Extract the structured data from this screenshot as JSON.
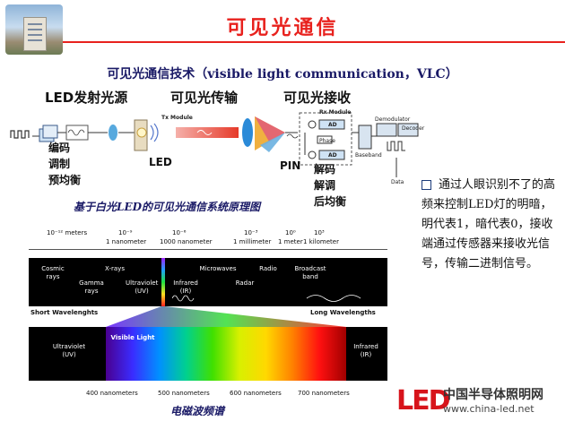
{
  "title": "可见光通信",
  "subtitle": "可见光通信技术（visible light communication，VLC）",
  "diagram": {
    "stages": [
      "LED发射光源",
      "可见光传输",
      "可见光接收"
    ],
    "tx_steps": [
      "编码",
      "调制",
      "预均衡"
    ],
    "rx_steps": [
      "解码",
      "解调",
      "后均衡"
    ],
    "labels": {
      "tx_module": "Tx Module",
      "led": "LED",
      "pin": "PIN",
      "rx_module": "Rx Module",
      "ad1": "AD",
      "ad2": "AD",
      "phase": "Phase",
      "baseband": "Baseband",
      "demodulator": "Demodulator",
      "decoder": "Decoder",
      "data": "Data"
    },
    "caption": "基于白光LED的可见光通信系统原理图"
  },
  "spectrum": {
    "scale": [
      {
        "exp": "10⁻¹² meters",
        "name": ""
      },
      {
        "exp": "10⁻⁹",
        "name": "1 nanometer"
      },
      {
        "exp": "10⁻⁶",
        "name": "1000 nanometer"
      },
      {
        "exp": "10⁻³",
        "name": "1 millimeter"
      },
      {
        "exp": "10⁰",
        "name": "1 meter"
      },
      {
        "exp": "10³",
        "name": "1 kilometer"
      }
    ],
    "bands": [
      "Cosmic rays",
      "X-rays",
      "Gamma rays",
      "Ultraviolet (UV)",
      "Infrared (IR)",
      "Microwaves",
      "Radar",
      "Radio",
      "Broadcast band"
    ],
    "short_label": "Short Wavelenghts",
    "long_label": "Long Wavelengths",
    "visible_label": "Visible Light",
    "uv_label": "Ultraviolet (UV)",
    "ir_label": "Infrared (IR)",
    "nm_ticks": [
      "400 nanometers",
      "500 nanometers",
      "600 nanometers",
      "700 nanometers"
    ],
    "caption": "电磁波频谱"
  },
  "description": "通过人眼识别不了的高频来控制LED灯的明暗，明代表1，暗代表0，接收端通过传感器来接收光信号，传输二进制信号。",
  "brand": {
    "logo_text": "LED",
    "name_cn": "中国半导体照明网",
    "url": "www.china-led.net"
  },
  "colors": {
    "accent": "#e8211d",
    "navy": "#1a1a66",
    "logo_red": "#d7141b"
  }
}
